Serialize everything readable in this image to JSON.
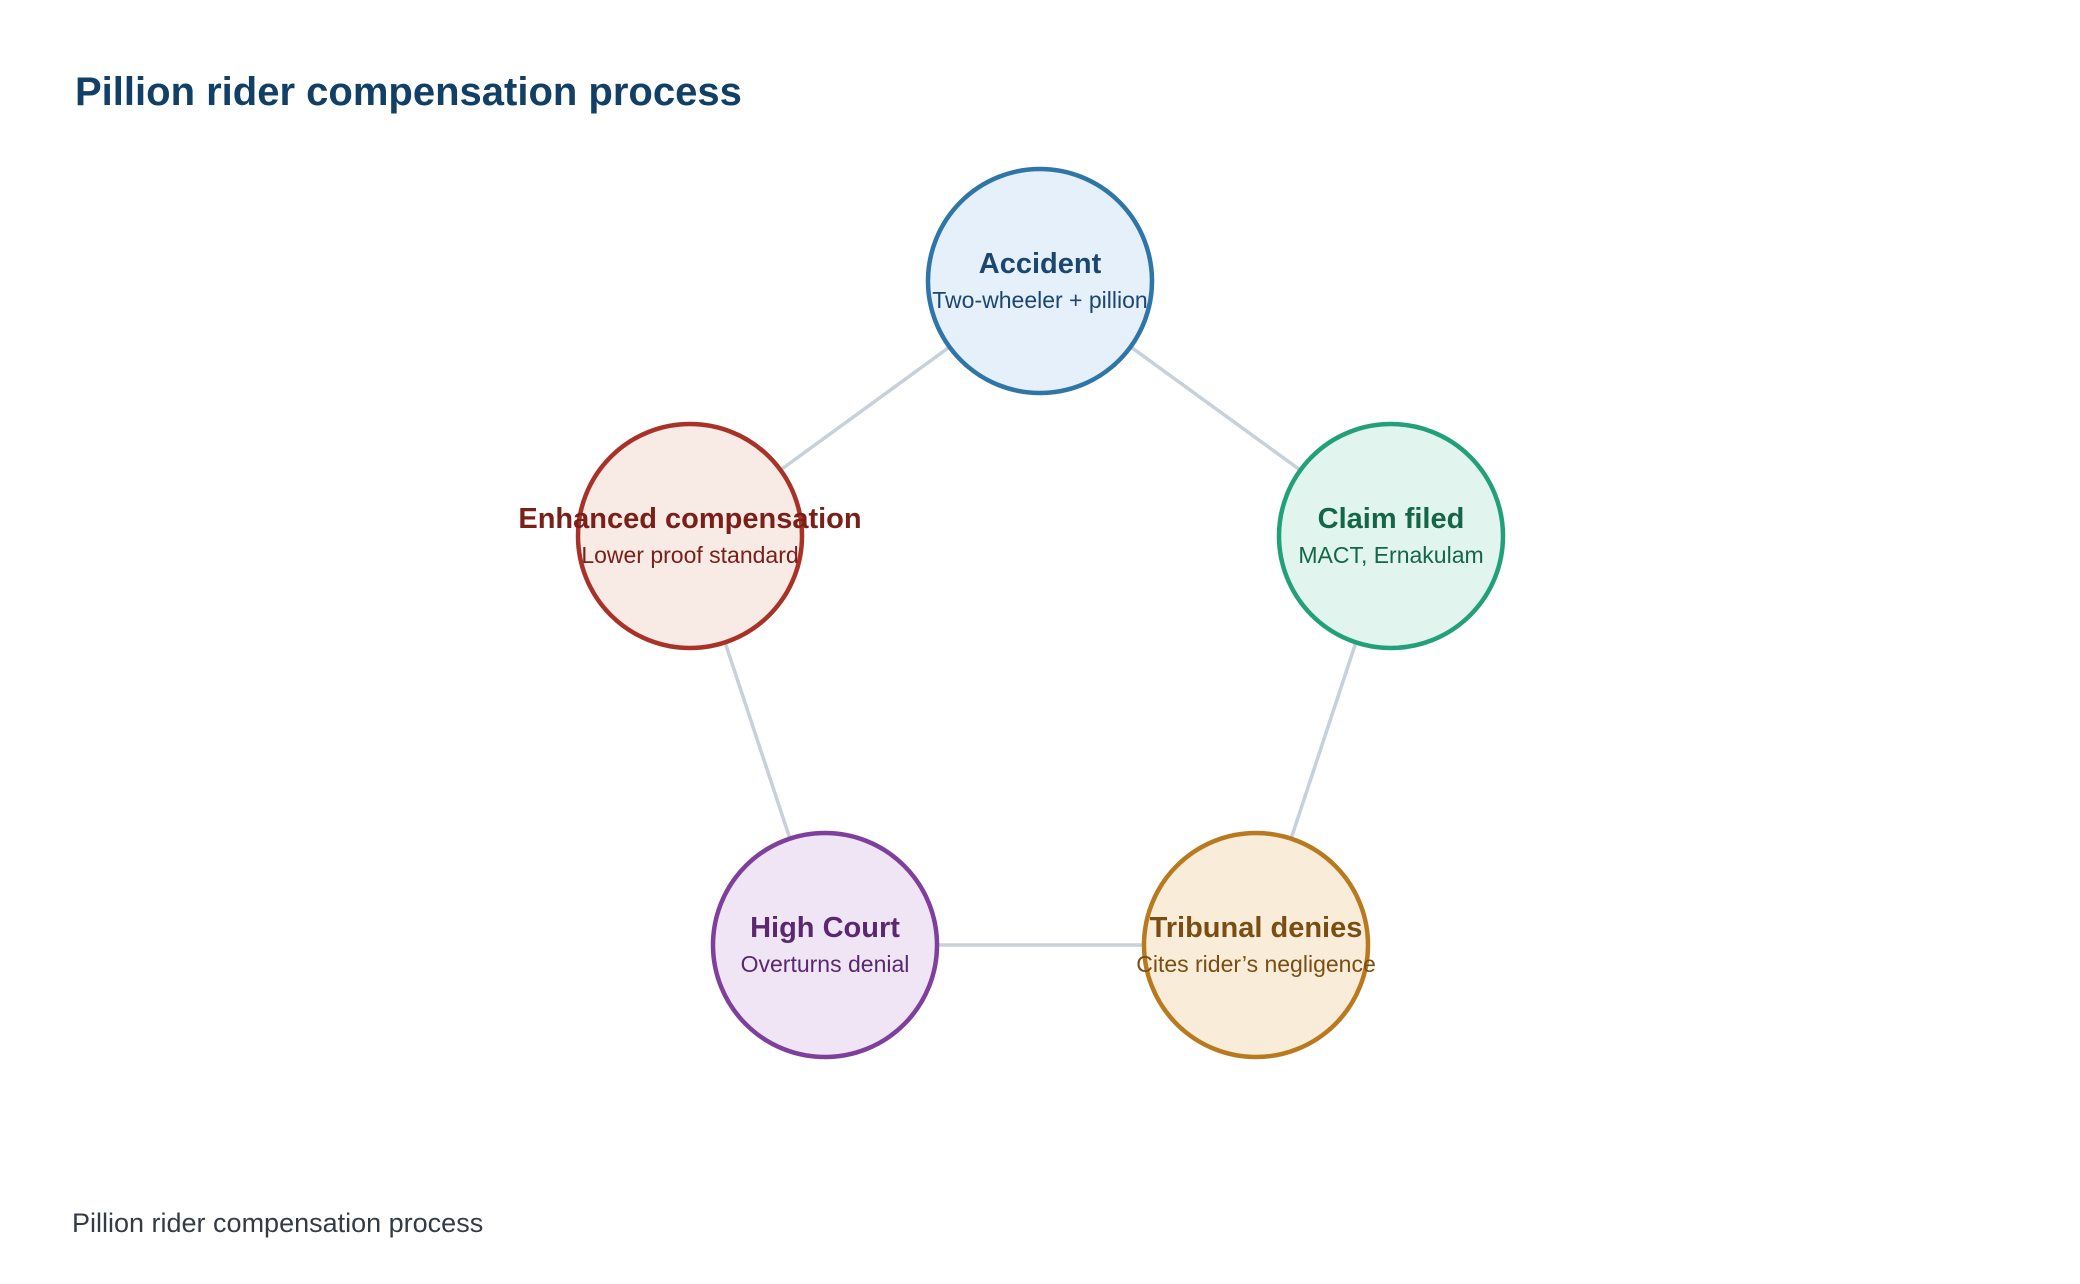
{
  "title": "Pillion rider compensation process",
  "caption": "Pillion rider compensation process",
  "colors": {
    "title": "#123f66",
    "edge": "#c8d0da"
  },
  "nodes": [
    {
      "id": "accident",
      "title": "Accident",
      "subtitle": "Two-wheeler + pillion",
      "stroke": "#2e75a8",
      "fill": "#e6f0fa",
      "text": "#1a4670"
    },
    {
      "id": "claim-filed",
      "title": "Claim filed",
      "subtitle": "MACT, Ernakulam",
      "stroke": "#22a07a",
      "fill": "#e1f4ed",
      "text": "#146648"
    },
    {
      "id": "tribunal-denies",
      "title": "Tribunal denies",
      "subtitle": "Cites rider’s negligence",
      "stroke": "#b97a1f",
      "fill": "#f9ecd9",
      "text": "#7a4e12"
    },
    {
      "id": "high-court",
      "title": "High Court",
      "subtitle": "Overturns denial",
      "stroke": "#7f3f9c",
      "fill": "#efe5f4",
      "text": "#5a2770"
    },
    {
      "id": "enhanced-compensation",
      "title": "Enhanced compensation",
      "subtitle": "Lower proof standard",
      "stroke": "#a83228",
      "fill": "#f8eae5",
      "text": "#7a2019"
    }
  ],
  "edges": [
    [
      "accident",
      "claim-filed"
    ],
    [
      "claim-filed",
      "tribunal-denies"
    ],
    [
      "tribunal-denies",
      "high-court"
    ],
    [
      "high-court",
      "enhanced-compensation"
    ],
    [
      "enhanced-compensation",
      "accident"
    ]
  ]
}
